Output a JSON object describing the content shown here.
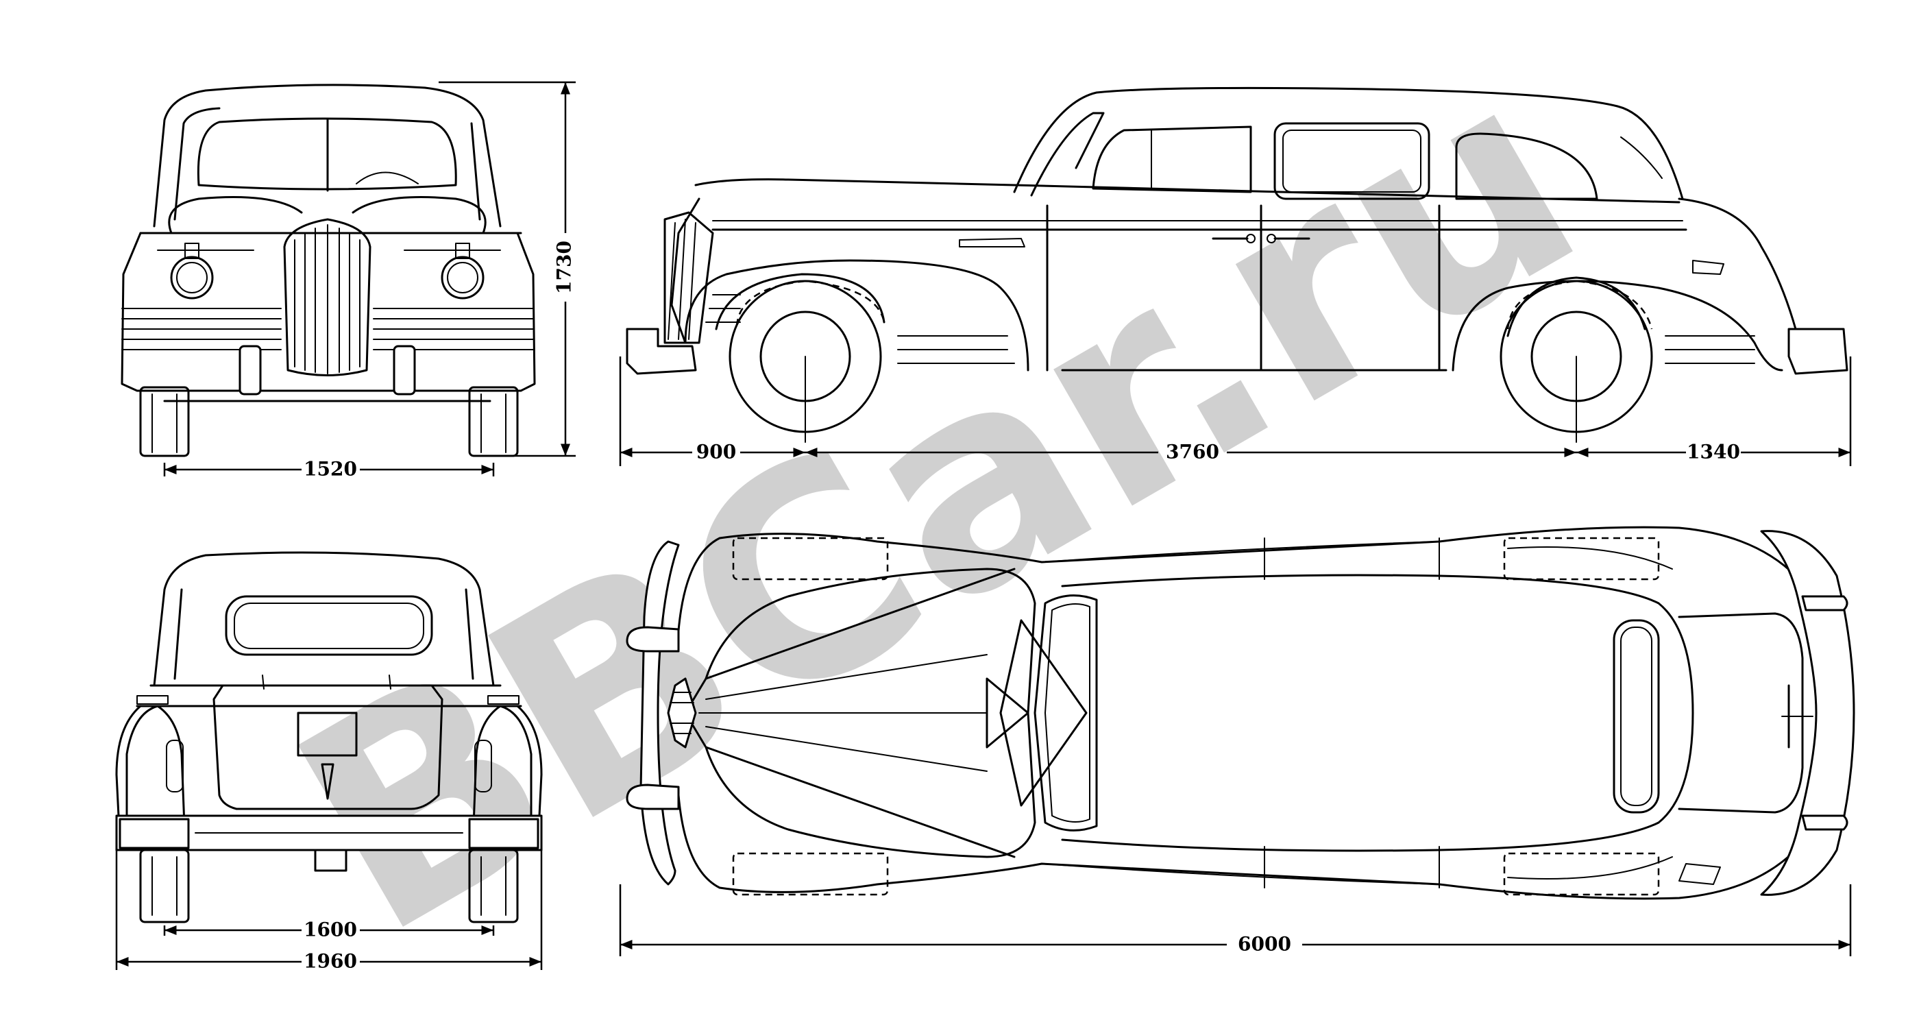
{
  "watermark": {
    "text": "BBCar.ru",
    "color": "#c8c8c8"
  },
  "dimensions": {
    "front_track": "1520",
    "height": "1730",
    "front_overhang": "900",
    "wheelbase": "3760",
    "rear_overhang": "1340",
    "rear_track": "1600",
    "width": "1960",
    "length": "6000"
  },
  "views": [
    "front",
    "side",
    "rear",
    "top"
  ]
}
